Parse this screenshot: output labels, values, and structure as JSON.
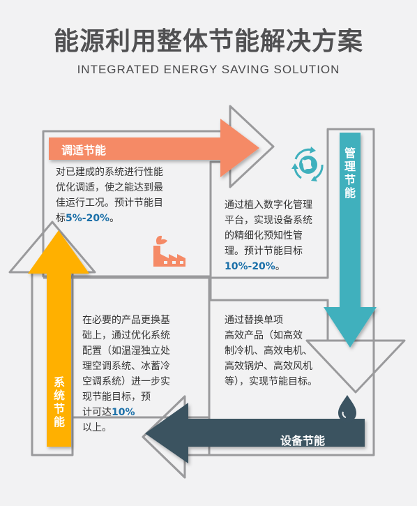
{
  "title": "能源利用整体节能解决方案",
  "subtitle": "INTEGRATED ENERGY SAVING SOLUTION",
  "sections": {
    "tiaoshi": {
      "label": "调适节能",
      "text_pre": "对已建成的系统进行性能\n优化调适，使之能达到最\n佳运行工况。预计节能目\n标",
      "target": "5%-20%",
      "text_post": "。",
      "icon": "factory-icon"
    },
    "guanli": {
      "label": "管理节能",
      "text_pre": "通过植入数字化管理\n平台，实现设备系统\n的精细化预知性管\n理。预计节能目标\n",
      "target": "10%-20%",
      "text_post": "。",
      "icon": "globe-recycle-icon"
    },
    "shebei": {
      "label": "设备节能",
      "text_pre": "通过替换单项\n高效产品（如高效\n制冷机、高效电机、\n高效锅炉、高效风机\n等），实现节能目标。",
      "target": "",
      "text_post": "",
      "icon": "water-drop-icon"
    },
    "xitong": {
      "label": "系统节能",
      "text_pre": "在必要的产品更换基\n础上，通过优化系统\n配置（如温湿独立处\n理空调系统、冰蓄冷\n空调系统）进一步实\n现节能目标，预\n计可达",
      "target": "10%",
      "text_post": "\n以上。",
      "icon": ""
    }
  },
  "colors": {
    "orange": "#f58a66",
    "teal": "#3fb0bd",
    "navy": "#3b5361",
    "yellow": "#ffb000",
    "outline": "#9a9a9c",
    "bg": "#f2f2f3"
  }
}
